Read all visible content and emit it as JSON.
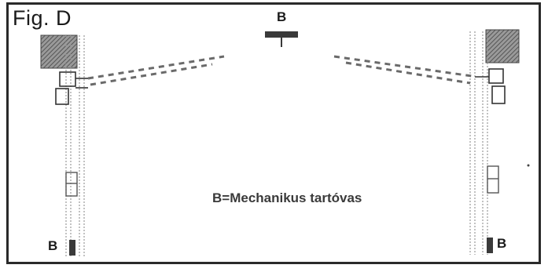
{
  "figure": {
    "title": "Fig. D",
    "top_label": "B",
    "caption": "B=Mechanikus tartóvas",
    "left_base_label": "B",
    "right_base_label": "B"
  },
  "colors": {
    "ink": "#2a2a2a",
    "hatch": "#777777",
    "light_ink": "#8a8a8a",
    "background": "#ffffff"
  }
}
